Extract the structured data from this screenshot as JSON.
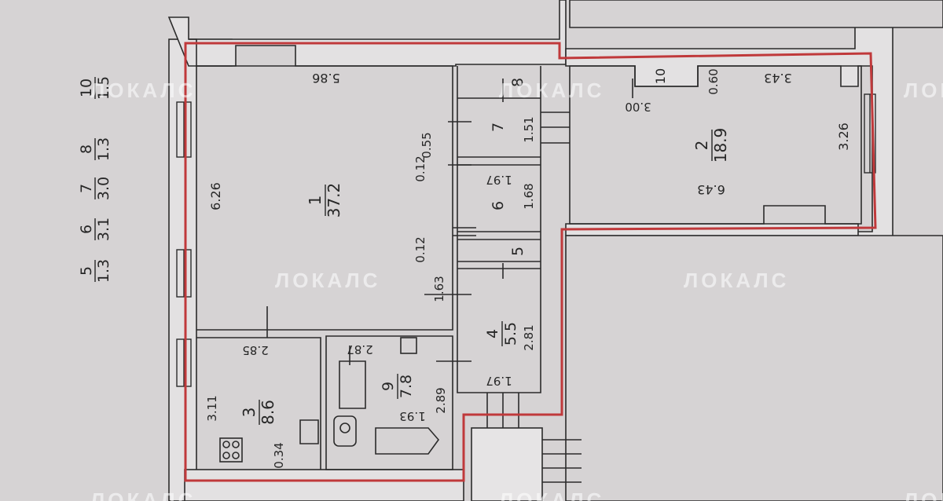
{
  "colors": {
    "paper": "#d6d3d4",
    "wall_fill": "#e3e1e2",
    "line": "#2b2b2b",
    "boundary": "#c0393b",
    "watermark": "#ffffff"
  },
  "watermark": "ЛОКАЛС",
  "legend": [
    {
      "num": "10",
      "area": "1.5"
    },
    {
      "num": "8",
      "area": "1.3"
    },
    {
      "num": "7",
      "area": "3.0"
    },
    {
      "num": "6",
      "area": "3.1"
    },
    {
      "num": "5",
      "area": "1.3"
    }
  ],
  "rooms": [
    {
      "num": "1",
      "area": "37.2"
    },
    {
      "num": "2",
      "area": "18.9"
    },
    {
      "num": "3",
      "area": "8.6"
    },
    {
      "num": "4",
      "area": "5.5"
    },
    {
      "num": "5",
      "area": ""
    },
    {
      "num": "6",
      "area": ""
    },
    {
      "num": "7",
      "area": ""
    },
    {
      "num": "8",
      "area": ""
    },
    {
      "num": "9",
      "area": "7.8"
    },
    {
      "num": "10",
      "area": ""
    }
  ],
  "dimensions": {
    "room1_top": "5.86",
    "room1_left": "6.26",
    "room2_top": "3.43",
    "room2_bottom": "6.43",
    "room2_right": "3.26",
    "room2_niche_width": "3.00",
    "room2_niche_depth": "0.60",
    "room3_top": "2.85",
    "room3_left": "3.11",
    "room3_bottom": "0.34",
    "room9_top": "2.87",
    "room9_bottom": "1.93",
    "room9_right": "2.89",
    "room4_right": "2.81",
    "room4_bottom": "1.97",
    "room6_top": "1.97",
    "room6_right": "1.68",
    "room7_right": "1.51",
    "hall_width": "1.63",
    "partition_a": "0.55",
    "partition_b": "0.12",
    "partition_c": "0.12"
  }
}
